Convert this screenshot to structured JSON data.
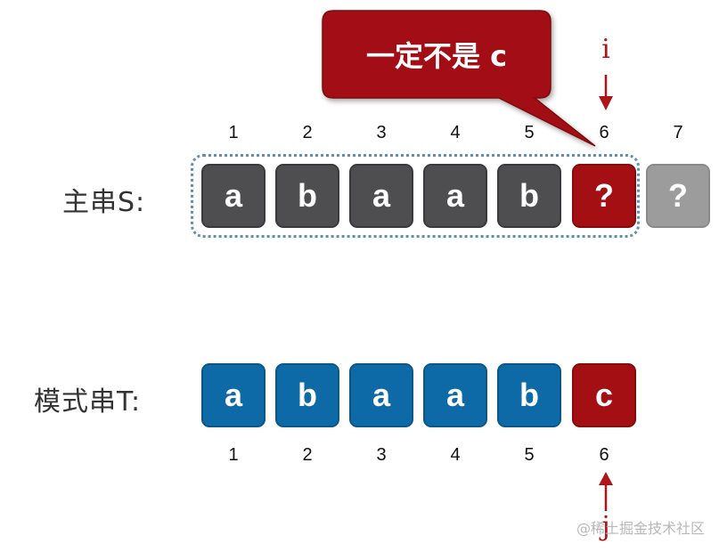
{
  "callout": {
    "text": "一定不是 c"
  },
  "pointers": {
    "i": "i",
    "j": "j"
  },
  "main_string": {
    "label": "主串S:",
    "indices": [
      "1",
      "2",
      "3",
      "4",
      "5",
      "6",
      "7"
    ],
    "chars": [
      "a",
      "b",
      "a",
      "a",
      "b",
      "?",
      "?"
    ]
  },
  "pattern_string": {
    "label": "模式串T:",
    "indices": [
      "1",
      "2",
      "3",
      "4",
      "5",
      "6"
    ],
    "chars": [
      "a",
      "b",
      "a",
      "a",
      "b",
      "c"
    ]
  },
  "watermark": "@稀土掘金技术社区",
  "colors": {
    "main_box": "#4e4e50",
    "pattern_box": "#0e6aa6",
    "mismatch": "#a30f12",
    "unknown": "#9c9c9c",
    "frame": "#5f8fb4"
  }
}
